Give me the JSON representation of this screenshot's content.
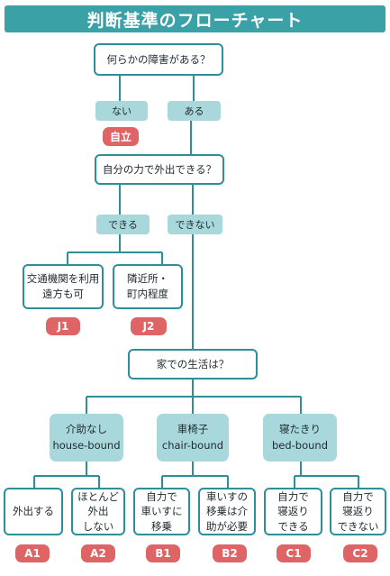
{
  "title": "判断基準のフローチャート",
  "q1": "何らかの障害がある？",
  "q1_no": "ない",
  "q1_yes": "ある",
  "self_reliant": "自立",
  "q2": "自分の力で外出できる？",
  "q2_yes": "できる",
  "q2_no": "できない",
  "j1_box": "交通機関を利用\n遠方も可",
  "j2_box": "隣近所・\n町内程度",
  "j1": "J1",
  "j2": "J2",
  "q3": "家での生活は？",
  "cat_a": "介助なし\nhouse-bound",
  "cat_b": "車椅子\nchair-bound",
  "cat_c": "寝たきり\nbed-bound",
  "a1_box": "外出する",
  "a2_box": "ほとんど\n外出\nしない",
  "b1_box": "自力で\n車いすに\n移乗",
  "b2_box": "車いすの\n移乗は介\n助が必要",
  "c1_box": "自力で\n寝返り\nできる",
  "c2_box": "自力で\n寝返り\nできない",
  "a1": "A1",
  "a2": "A2",
  "b1": "B1",
  "b2": "B2",
  "c1": "C1",
  "c2": "C2"
}
